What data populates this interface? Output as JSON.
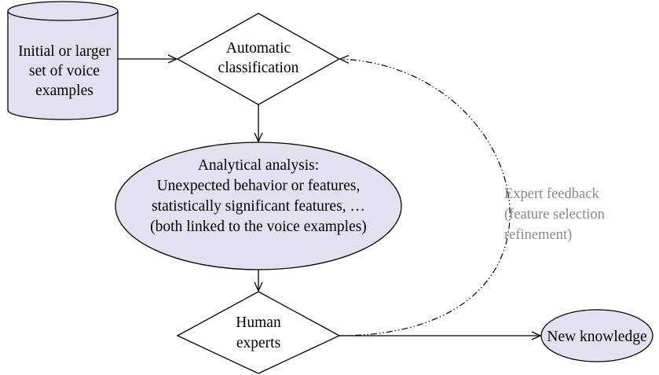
{
  "nodes": {
    "voice_examples": {
      "lines": [
        "Initial or larger",
        "set of voice",
        "examples"
      ]
    },
    "auto_classification": {
      "lines": [
        "Automatic",
        "classification"
      ]
    },
    "analytical": {
      "lines": [
        "Analytical analysis:",
        "Unexpected behavior or features,",
        "statistically significant features, …",
        "(both linked to the voice examples)"
      ]
    },
    "human_experts": {
      "lines": [
        "Human",
        "experts"
      ]
    },
    "new_knowledge": {
      "lines": [
        "New knowledge"
      ]
    }
  },
  "feedback": {
    "lines": [
      "Expert feedback",
      "(feature selection",
      "refinement)"
    ],
    "color": "#8a8a8a"
  },
  "colors": {
    "shape_fill": "#e3e1ef",
    "stroke": "#000000"
  }
}
